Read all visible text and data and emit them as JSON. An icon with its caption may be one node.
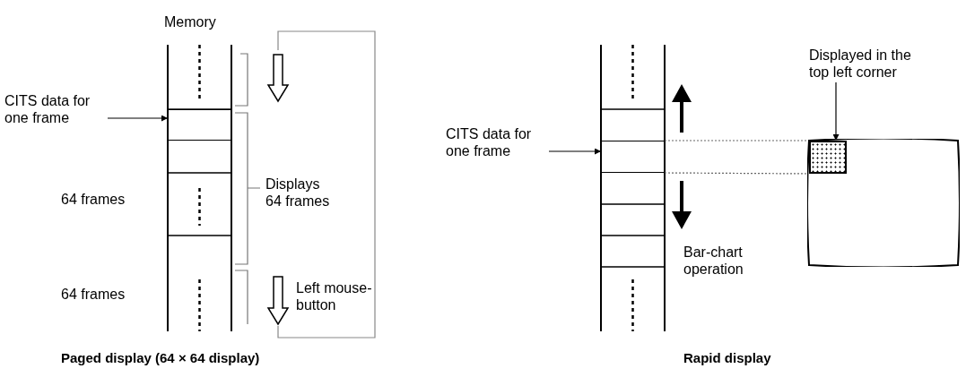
{
  "diagram": {
    "nodes": [
      {
        "text": [
          "CITS data for one frame"
        ]
      },
      {
        "text": [],
        "shape": "box"
      },
      {
        "text": [
          "CITS data for one frame"
        ]
      },
      {
        "text": [],
        "shape": "box"
      },
      {
        "text": [
          "Displayed in the top left corner"
        ]
      },
      {
        "text": [],
        "shape": "box"
      },
      {
        "text": [],
        "shape": "box",
        "in": 5
      }
    ],
    "edges": [
      {
        "from": 0,
        "to": 1,
        "arrow": "to"
      },
      {
        "from": 2,
        "to": 3,
        "arrow": "to"
      },
      {
        "from": 4,
        "to": 6,
        "arrow": "to"
      },
      {
        "from": 3,
        "to": 6,
        "arrow": "none",
        "style": "dashed",
        "color": "#666666"
      },
      {
        "from": 3,
        "to": 6,
        "arrow": "none",
        "style": "dashed",
        "color": "#666666"
      }
    ],
    "labels": [
      "Memory",
      "64 frames",
      "Displays 64 frames",
      "64 frames",
      "Left mouse-button",
      "Paged display (64 × 64 display)",
      "Bar-chart operation",
      "Rapid display"
    ]
  }
}
